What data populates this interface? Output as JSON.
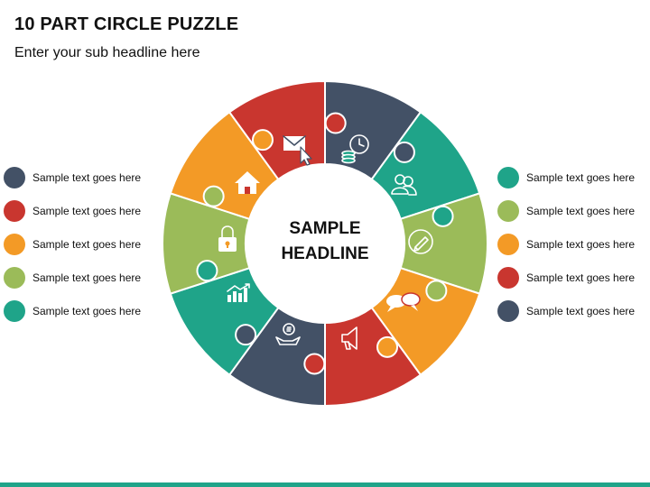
{
  "title": "10 PART CIRCLE PUZZLE",
  "subtitle": "Enter your sub headline here",
  "center": {
    "line1": "SAMPLE",
    "line2": "HEADLINE"
  },
  "colors": {
    "navy": "#435166",
    "teal": "#1FA489",
    "green": "#9BBB59",
    "orange": "#F39A26",
    "red": "#C9362F",
    "bar": "#1FA489"
  },
  "segments": [
    {
      "color": "navy",
      "icon": "envelope-cursor-icon"
    },
    {
      "color": "teal",
      "icon": "clock-coins-icon"
    },
    {
      "color": "green",
      "icon": "users-icon"
    },
    {
      "color": "orange",
      "icon": "pencil-icon"
    },
    {
      "color": "red",
      "icon": "speech-bubbles-icon"
    },
    {
      "color": "navy",
      "icon": "megaphone-icon"
    },
    {
      "color": "teal",
      "icon": "money-hand-icon"
    },
    {
      "color": "green",
      "icon": "bar-chart-growth-icon"
    },
    {
      "color": "orange",
      "icon": "padlock-icon"
    },
    {
      "color": "red",
      "icon": "house-icon"
    }
  ],
  "legend_left": [
    {
      "color": "navy",
      "text": "Sample text goes here"
    },
    {
      "color": "red",
      "text": "Sample text goes here"
    },
    {
      "color": "orange",
      "text": "Sample text goes here"
    },
    {
      "color": "green",
      "text": "Sample text goes here"
    },
    {
      "color": "teal",
      "text": "Sample text goes here"
    }
  ],
  "legend_right": [
    {
      "color": "teal",
      "text": "Sample text goes here"
    },
    {
      "color": "green",
      "text": "Sample text goes here"
    },
    {
      "color": "orange",
      "text": "Sample text goes here"
    },
    {
      "color": "red",
      "text": "Sample text goes here"
    },
    {
      "color": "navy",
      "text": "Sample text goes here"
    }
  ]
}
